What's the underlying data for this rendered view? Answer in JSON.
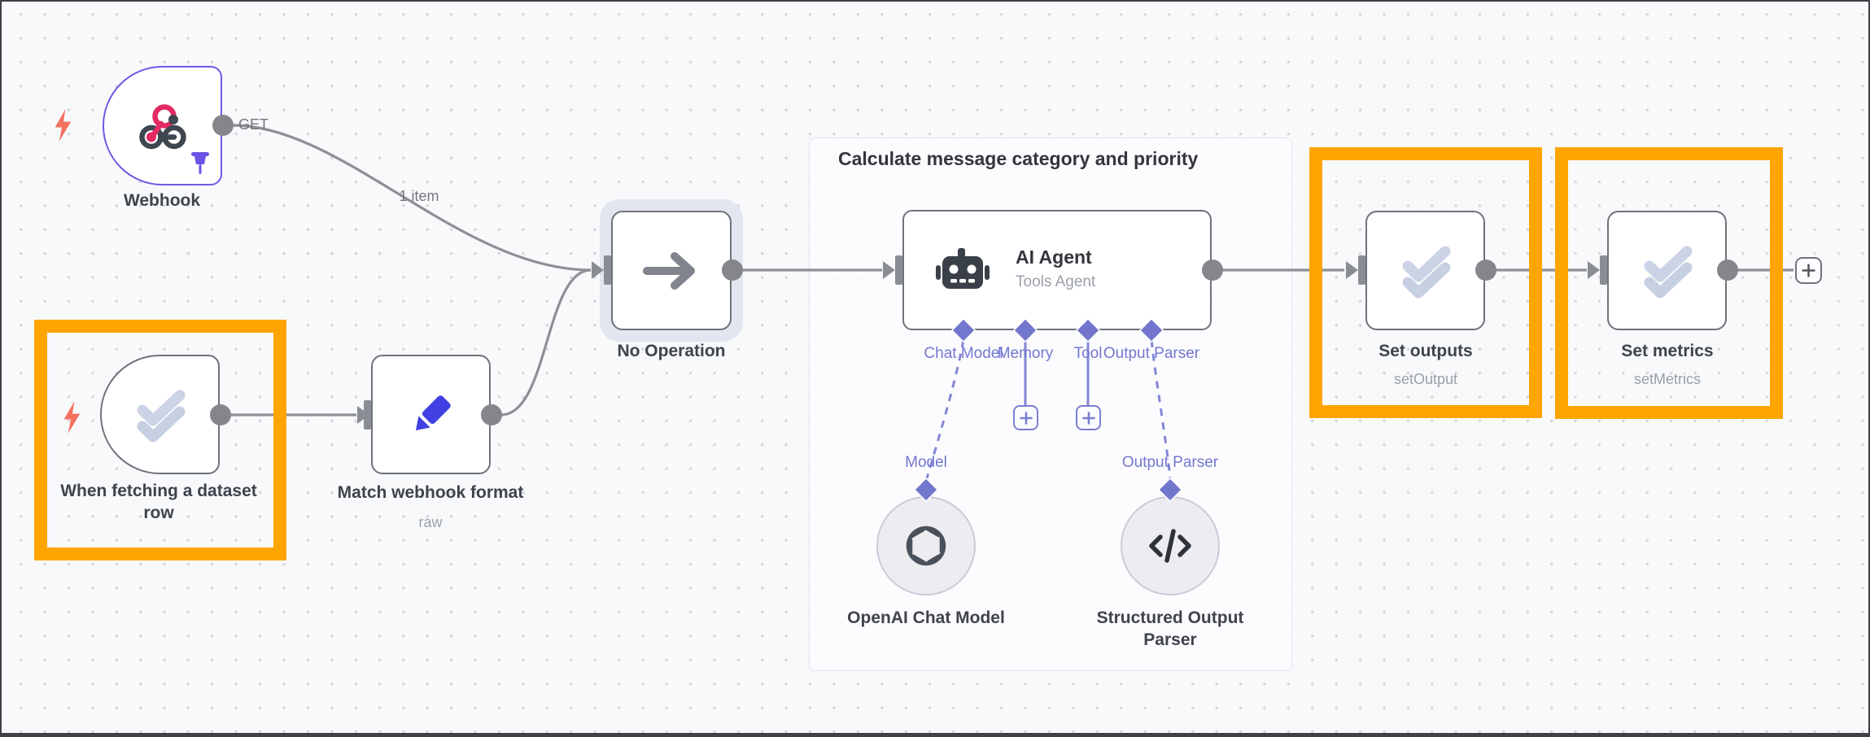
{
  "workflow": {
    "group": {
      "title": "Calculate message category and priority"
    },
    "nodes": {
      "webhook": {
        "label": "Webhook",
        "output_label": "GET",
        "icon": "webhook-icon",
        "pinned_icon": "pin-icon",
        "trigger_icon": "lightning-bolt-icon"
      },
      "dataset_trigger": {
        "label": "When fetching a dataset row",
        "icon": "double-check-icon",
        "trigger_icon": "lightning-bolt-icon"
      },
      "match_format": {
        "label": "Match webhook format",
        "subtitle": "raw",
        "icon": "pencil-icon"
      },
      "no_operation": {
        "label": "No Operation",
        "icon": "arrow-right-icon"
      },
      "ai_agent": {
        "label": "AI Agent",
        "subtitle": "Tools Agent",
        "icon": "robot-icon",
        "ports": {
          "chat_model": "Chat Model",
          "memory": "Memory",
          "tool": "Tool",
          "output_parser": "Output Parser"
        }
      },
      "openai_chat_model": {
        "label": "OpenAI Chat Model",
        "port_label": "Model",
        "icon": "openai-logo-icon"
      },
      "structured_output_parser": {
        "label": "Structured Output Parser",
        "port_label": "Output Parser",
        "icon": "code-brackets-icon",
        "icon_glyph": "</>"
      },
      "set_outputs": {
        "label": "Set outputs",
        "subtitle": "setOutput",
        "icon": "double-check-icon"
      },
      "set_metrics": {
        "label": "Set metrics",
        "subtitle": "setMetrics",
        "icon": "double-check-icon"
      }
    },
    "connections": {
      "webhook_items_label": "1 item"
    },
    "colors": {
      "canvas_bg": "#f8f9fb",
      "node_border": "#6f727b",
      "connection_gray": "#8e9096",
      "indigo_accent": "#7478ce",
      "webhook_purple": "#6e5ae6",
      "trigger_bolt": "#f4705f",
      "annotation_orange": "#ffa502",
      "check_icon": "#c7cfe3",
      "pencil_blue": "#4040e2",
      "dark_icon": "#3e4650"
    }
  }
}
